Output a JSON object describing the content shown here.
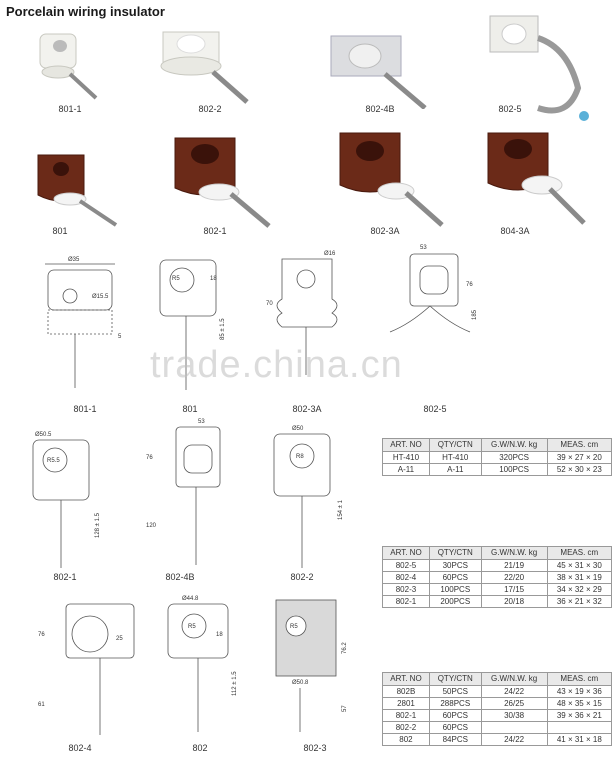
{
  "title": "Porcelain wiring insulator",
  "photos": [
    {
      "label": "801-1"
    },
    {
      "label": "802-2"
    },
    {
      "label": "802-4B"
    },
    {
      "label": "802-5"
    },
    {
      "label": "801"
    },
    {
      "label": "802-1"
    },
    {
      "label": "802-3A"
    },
    {
      "label": "804-3A"
    }
  ],
  "drawings": [
    {
      "label": "801-1",
      "dims": [
        "Ø35",
        "Ø15.5",
        "5"
      ]
    },
    {
      "label": "801",
      "dims": [
        "R5",
        "18",
        "85 ± 1.5"
      ]
    },
    {
      "label": "802-3A",
      "dims": [
        "Ø16",
        "70"
      ]
    },
    {
      "label": "802-5",
      "dims": [
        "53",
        "76",
        "185"
      ]
    },
    {
      "label": "802-1",
      "dims": [
        "Ø50.5",
        "R5.5",
        "128 ± 1.5"
      ]
    },
    {
      "label": "802-4B",
      "dims": [
        "53",
        "76",
        "120"
      ]
    },
    {
      "label": "802-2",
      "dims": [
        "Ø50",
        "R8",
        "154 ± 1"
      ]
    },
    {
      "label": "802-4",
      "dims": [
        "76",
        "25",
        "61"
      ]
    },
    {
      "label": "802",
      "dims": [
        "Ø44.8",
        "R5",
        "18",
        "112 ± 1.5"
      ]
    },
    {
      "label": "802-3",
      "dims": [
        "R5",
        "76.2",
        "Ø50.8",
        "57"
      ]
    }
  ],
  "watermark": "trade.china.cn",
  "headers": [
    "ART. NO",
    "QTY/CTN",
    "G.W/N.W. kg",
    "MEAS. cm"
  ],
  "tables": [
    {
      "rows": [
        [
          "HT-410",
          "HT-410",
          "320PCS",
          "39 × 27 × 20"
        ],
        [
          "A-11",
          "A-11",
          "100PCS",
          "52 × 30 × 23"
        ]
      ]
    },
    {
      "rows": [
        [
          "802-5",
          "30PCS",
          "21/19",
          "45 × 31 × 30"
        ],
        [
          "802-4",
          "60PCS",
          "22/20",
          "38 × 31 × 19"
        ],
        [
          "802-3",
          "100PCS",
          "17/15",
          "34 × 32 × 29"
        ],
        [
          "802-1",
          "200PCS",
          "20/18",
          "36 × 21 × 32"
        ]
      ]
    },
    {
      "rows": [
        [
          "802B",
          "50PCS",
          "24/22",
          "43 × 19 × 36"
        ],
        [
          "2801",
          "288PCS",
          "26/25",
          "48 × 35 × 15"
        ],
        [
          "802-1",
          "60PCS",
          "30/38",
          "39 × 36 × 21"
        ],
        [
          "802-2",
          "60PCS",
          "",
          ""
        ],
        [
          "802",
          "84PCS",
          "24/22",
          "41 × 31 × 18"
        ]
      ]
    }
  ]
}
